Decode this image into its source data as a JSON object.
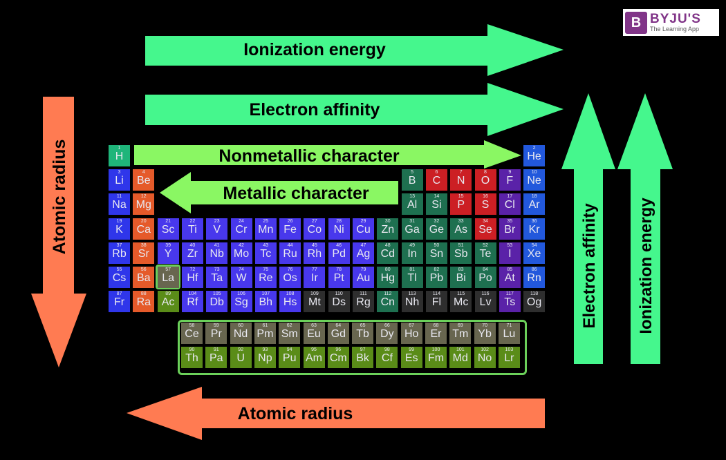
{
  "logo": {
    "brand": "BYJU'S",
    "tagline": "The Learning App",
    "mark": "B"
  },
  "arrows": {
    "top_ionization": "Ionization energy",
    "top_electron_affinity": "Electron affinity",
    "left_atomic_radius": "Atomic radius",
    "bottom_atomic_radius": "Atomic radius",
    "right_electron_affinity": "Electron affinity",
    "right_ionization": "Ionization energy",
    "nonmetallic": "Nonmetallic character",
    "metallic": "Metallic character"
  },
  "colors": {
    "horizontal_arrow": "#45f78d",
    "diagonal_arrow": "#8af763",
    "radius_arrow": "#ff7b52",
    "hydrogen": "#1fb57a",
    "alkali": "#2f36ea",
    "alkaline": "#e55a2a",
    "transition": "#4838ec",
    "post": "#1e7050",
    "nonmetal": "#cc1f24",
    "halogen": "#5a22a8",
    "noble": "#2258dc",
    "unknown": "#2e2e2e",
    "lanthanide": "#68664f",
    "actinide": "#5a8c18"
  },
  "elements": [
    [
      1,
      "H",
      "hydrogen",
      1,
      1
    ],
    [
      2,
      "He",
      "noble",
      18,
      1
    ],
    [
      3,
      "Li",
      "alkali",
      1,
      2
    ],
    [
      4,
      "Be",
      "alkaline",
      2,
      2
    ],
    [
      5,
      "B",
      "post",
      13,
      2
    ],
    [
      6,
      "C",
      "nonmetal",
      14,
      2
    ],
    [
      7,
      "N",
      "nonmetal",
      15,
      2
    ],
    [
      8,
      "O",
      "nonmetal",
      16,
      2
    ],
    [
      9,
      "F",
      "halogen",
      17,
      2
    ],
    [
      10,
      "Ne",
      "noble",
      18,
      2
    ],
    [
      11,
      "Na",
      "alkali",
      1,
      3
    ],
    [
      12,
      "Mg",
      "alkaline",
      2,
      3
    ],
    [
      13,
      "Al",
      "post",
      13,
      3
    ],
    [
      14,
      "Si",
      "post",
      14,
      3
    ],
    [
      15,
      "P",
      "nonmetal",
      15,
      3
    ],
    [
      16,
      "S",
      "nonmetal",
      16,
      3
    ],
    [
      17,
      "Cl",
      "halogen",
      17,
      3
    ],
    [
      18,
      "Ar",
      "noble",
      18,
      3
    ],
    [
      19,
      "K",
      "alkali",
      1,
      4
    ],
    [
      20,
      "Ca",
      "alkaline",
      2,
      4
    ],
    [
      21,
      "Sc",
      "transition",
      3,
      4
    ],
    [
      22,
      "Ti",
      "transition",
      4,
      4
    ],
    [
      23,
      "V",
      "transition",
      5,
      4
    ],
    [
      24,
      "Cr",
      "transition",
      6,
      4
    ],
    [
      25,
      "Mn",
      "transition",
      7,
      4
    ],
    [
      26,
      "Fe",
      "transition",
      8,
      4
    ],
    [
      27,
      "Co",
      "transition",
      9,
      4
    ],
    [
      28,
      "Ni",
      "transition",
      10,
      4
    ],
    [
      29,
      "Cu",
      "transition",
      11,
      4
    ],
    [
      30,
      "Zn",
      "post",
      12,
      4
    ],
    [
      31,
      "Ga",
      "post",
      13,
      4
    ],
    [
      32,
      "Ge",
      "post",
      14,
      4
    ],
    [
      33,
      "As",
      "post",
      15,
      4
    ],
    [
      34,
      "Se",
      "nonmetal",
      16,
      4
    ],
    [
      35,
      "Br",
      "halogen",
      17,
      4
    ],
    [
      36,
      "Kr",
      "noble",
      18,
      4
    ],
    [
      37,
      "Rb",
      "alkali",
      1,
      5
    ],
    [
      38,
      "Sr",
      "alkaline",
      2,
      5
    ],
    [
      39,
      "Y",
      "transition",
      3,
      5
    ],
    [
      40,
      "Zr",
      "transition",
      4,
      5
    ],
    [
      41,
      "Nb",
      "transition",
      5,
      5
    ],
    [
      42,
      "Mo",
      "transition",
      6,
      5
    ],
    [
      43,
      "Tc",
      "transition",
      7,
      5
    ],
    [
      44,
      "Ru",
      "transition",
      8,
      5
    ],
    [
      45,
      "Rh",
      "transition",
      9,
      5
    ],
    [
      46,
      "Pd",
      "transition",
      10,
      5
    ],
    [
      47,
      "Ag",
      "transition",
      11,
      5
    ],
    [
      48,
      "Cd",
      "post",
      12,
      5
    ],
    [
      49,
      "In",
      "post",
      13,
      5
    ],
    [
      50,
      "Sn",
      "post",
      14,
      5
    ],
    [
      51,
      "Sb",
      "post",
      15,
      5
    ],
    [
      52,
      "Te",
      "post",
      16,
      5
    ],
    [
      53,
      "I",
      "halogen",
      17,
      5
    ],
    [
      54,
      "Xe",
      "noble",
      18,
      5
    ],
    [
      55,
      "Cs",
      "alkali",
      1,
      6
    ],
    [
      56,
      "Ba",
      "alkaline",
      2,
      6
    ],
    [
      57,
      "La",
      "lanthanide",
      3,
      6
    ],
    [
      72,
      "Hf",
      "transition",
      4,
      6
    ],
    [
      73,
      "Ta",
      "transition",
      5,
      6
    ],
    [
      74,
      "W",
      "transition",
      6,
      6
    ],
    [
      75,
      "Re",
      "transition",
      7,
      6
    ],
    [
      76,
      "Os",
      "transition",
      8,
      6
    ],
    [
      77,
      "Ir",
      "transition",
      9,
      6
    ],
    [
      78,
      "Pt",
      "transition",
      10,
      6
    ],
    [
      79,
      "Au",
      "transition",
      11,
      6
    ],
    [
      80,
      "Hg",
      "post",
      12,
      6
    ],
    [
      81,
      "Tl",
      "post",
      13,
      6
    ],
    [
      82,
      "Pb",
      "post",
      14,
      6
    ],
    [
      83,
      "Bi",
      "post",
      15,
      6
    ],
    [
      84,
      "Po",
      "post",
      16,
      6
    ],
    [
      85,
      "At",
      "halogen",
      17,
      6
    ],
    [
      86,
      "Rn",
      "noble",
      18,
      6
    ],
    [
      87,
      "Fr",
      "alkali",
      1,
      7
    ],
    [
      88,
      "Ra",
      "alkaline",
      2,
      7
    ],
    [
      89,
      "Ac",
      "actinide",
      3,
      7
    ],
    [
      104,
      "Rf",
      "transition",
      4,
      7
    ],
    [
      105,
      "Db",
      "transition",
      5,
      7
    ],
    [
      106,
      "Sg",
      "transition",
      6,
      7
    ],
    [
      107,
      "Bh",
      "transition",
      7,
      7
    ],
    [
      108,
      "Hs",
      "transition",
      8,
      7
    ],
    [
      109,
      "Mt",
      "unknown",
      9,
      7
    ],
    [
      110,
      "Ds",
      "unknown",
      10,
      7
    ],
    [
      111,
      "Rg",
      "unknown",
      11,
      7
    ],
    [
      112,
      "Cn",
      "post",
      12,
      7
    ],
    [
      113,
      "Nh",
      "unknown",
      13,
      7
    ],
    [
      114,
      "Fl",
      "unknown",
      14,
      7
    ],
    [
      115,
      "Mc",
      "unknown",
      15,
      7
    ],
    [
      116,
      "Lv",
      "unknown",
      16,
      7
    ],
    [
      117,
      "Ts",
      "halogen",
      17,
      7
    ],
    [
      118,
      "Og",
      "unknown",
      18,
      7
    ],
    [
      58,
      "Ce",
      "lanthanide",
      4,
      9
    ],
    [
      59,
      "Pr",
      "lanthanide",
      5,
      9
    ],
    [
      60,
      "Nd",
      "lanthanide",
      6,
      9
    ],
    [
      61,
      "Pm",
      "lanthanide",
      7,
      9
    ],
    [
      62,
      "Sm",
      "lanthanide",
      8,
      9
    ],
    [
      63,
      "Eu",
      "lanthanide",
      9,
      9
    ],
    [
      64,
      "Gd",
      "lanthanide",
      10,
      9
    ],
    [
      65,
      "Tb",
      "lanthanide",
      11,
      9
    ],
    [
      66,
      "Dy",
      "lanthanide",
      12,
      9
    ],
    [
      67,
      "Ho",
      "lanthanide",
      13,
      9
    ],
    [
      68,
      "Er",
      "lanthanide",
      14,
      9
    ],
    [
      69,
      "Tm",
      "lanthanide",
      15,
      9
    ],
    [
      70,
      "Yb",
      "lanthanide",
      16,
      9
    ],
    [
      71,
      "Lu",
      "lanthanide",
      17,
      9
    ],
    [
      90,
      "Th",
      "actinide",
      4,
      10
    ],
    [
      91,
      "Pa",
      "actinide",
      5,
      10
    ],
    [
      92,
      "U",
      "actinide",
      6,
      10
    ],
    [
      93,
      "Np",
      "actinide",
      7,
      10
    ],
    [
      94,
      "Pu",
      "actinide",
      8,
      10
    ],
    [
      95,
      "Am",
      "actinide",
      9,
      10
    ],
    [
      96,
      "Cm",
      "actinide",
      10,
      10
    ],
    [
      97,
      "Bk",
      "actinide",
      11,
      10
    ],
    [
      98,
      "Cf",
      "actinide",
      12,
      10
    ],
    [
      99,
      "Es",
      "actinide",
      13,
      10
    ],
    [
      100,
      "Fm",
      "actinide",
      14,
      10
    ],
    [
      101,
      "Md",
      "actinide",
      15,
      10
    ],
    [
      102,
      "No",
      "actinide",
      16,
      10
    ],
    [
      103,
      "Lr",
      "actinide",
      17,
      10
    ]
  ]
}
